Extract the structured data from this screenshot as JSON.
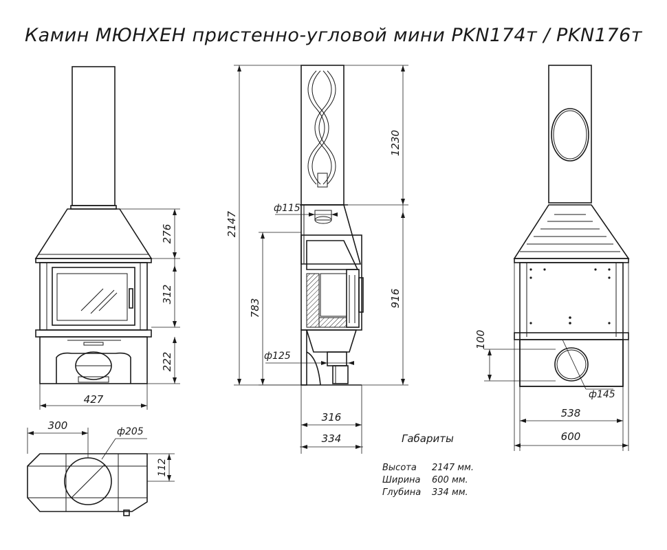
{
  "title": "Камин МЮНХЕН пристенно-угловой мини PKN174т / PKN176т",
  "dimensions": {
    "front_hood": "276",
    "front_door": "312",
    "front_base": "222",
    "front_width": "427",
    "side_total_height": "2147",
    "side_chimney": "1230",
    "side_flue_diam": "ф115",
    "side_firebox_height": "783",
    "side_body_height": "916",
    "side_inlet_diam": "ф125",
    "side_depth_inner": "316",
    "side_depth_total": "334",
    "rear_inlet_height": "100",
    "rear_inlet_diam": "ф145",
    "rear_inner_width": "538",
    "rear_total_width": "600",
    "top_depth": "300",
    "top_flue_diam": "ф205",
    "top_offset": "112"
  },
  "specs": {
    "heading": "Габариты",
    "rows": [
      {
        "label": "Высота",
        "value": "2147 мм."
      },
      {
        "label": "Ширина",
        "value": "600 мм."
      },
      {
        "label": "Глубина",
        "value": "334 мм."
      }
    ]
  }
}
